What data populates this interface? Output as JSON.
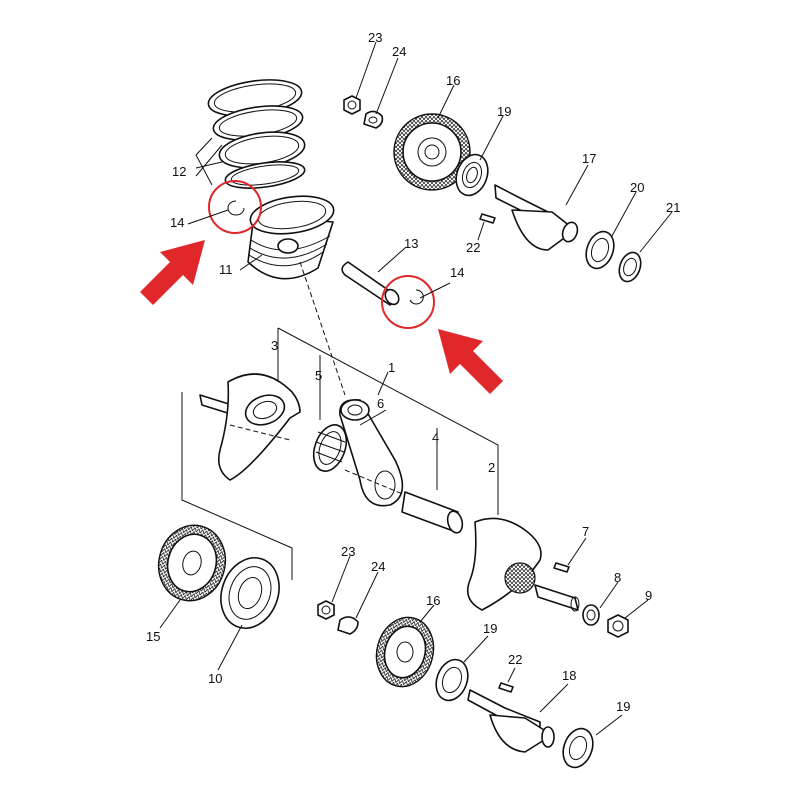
{
  "colors": {
    "ink": "#111111",
    "highlight": "#e0282a",
    "background": "#ffffff"
  },
  "callouts": {
    "c1": "1",
    "c2": "2",
    "c3": "3",
    "c4": "4",
    "c5": "5",
    "c6": "6",
    "c7": "7",
    "c8": "8",
    "c9": "9",
    "c10": "10",
    "c11": "11",
    "c12": "12",
    "c13": "13",
    "c14a": "14",
    "c14b": "14",
    "c15": "15",
    "c16a": "16",
    "c16b": "16",
    "c17": "17",
    "c18": "18",
    "c19a": "19",
    "c19b": "19",
    "c19c": "19",
    "c20": "20",
    "c21": "21",
    "c22a": "22",
    "c22b": "22",
    "c23a": "23",
    "c23b": "23",
    "c24a": "24",
    "c24b": "24"
  },
  "highlights": [
    {
      "icon": "red-circle-icon",
      "target": "14"
    },
    {
      "icon": "red-circle-icon",
      "target": "14"
    },
    {
      "icon": "red-arrow-icon",
      "target": "14"
    },
    {
      "icon": "red-arrow-icon",
      "target": "14"
    }
  ]
}
